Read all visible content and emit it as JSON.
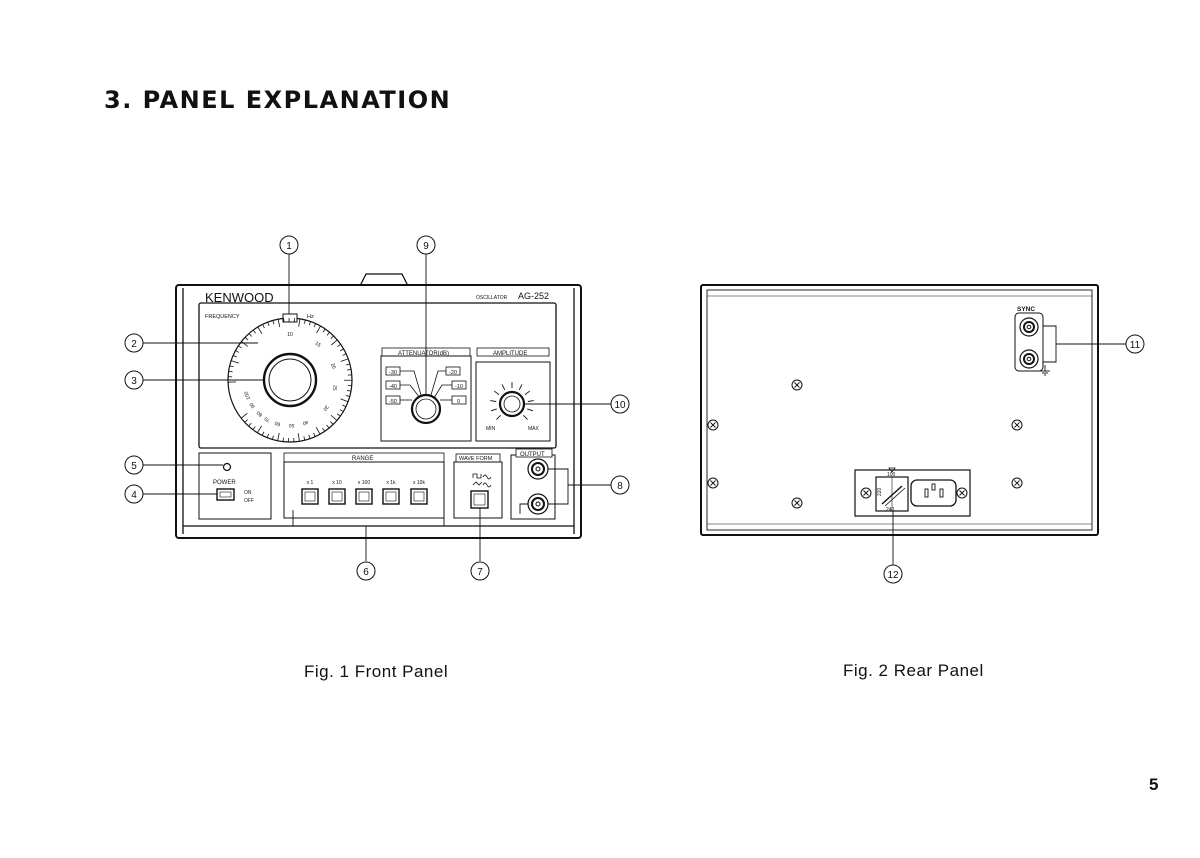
{
  "page": {
    "heading": "3. PANEL EXPLANATION",
    "page_number": "5"
  },
  "front_panel": {
    "caption": "Fig. 1 Front Panel",
    "brand": "KENWOOD",
    "model_prefix": "OSCILLATOR",
    "model": "AG-252",
    "frequency_label": "FREQUENCY",
    "hz_label": "Hz",
    "dial_ticks": [
      "10",
      "15",
      "20",
      "25",
      "30",
      "40",
      "50",
      "60",
      "70",
      "80",
      "90",
      "100"
    ],
    "attenuator_label": "ATTENUATOR(dB)",
    "attenuator_steps": [
      "-30",
      "-20",
      "-40",
      "-10",
      "-50",
      "0"
    ],
    "amplitude_label": "AMPLITUDE",
    "amplitude_min": "MIN",
    "amplitude_max": "MAX",
    "power_label": "POWER",
    "power_on": "ON",
    "power_off": "OFF",
    "range_label": "RANGE",
    "range_buttons": [
      "x 1",
      "x 10",
      "x 100",
      "x 1k",
      "x 10k"
    ],
    "waveform_label": "WAVE FORM",
    "output_label": "OUTPUT",
    "callouts": {
      "c1": "1",
      "c2": "2",
      "c3": "3",
      "c4": "4",
      "c5": "5",
      "c6": "6",
      "c7": "7",
      "c8": "8",
      "c9": "9",
      "c10": "10"
    }
  },
  "rear_panel": {
    "caption": "Fig. 2 Rear Panel",
    "sync_label": "SYNC",
    "voltage_labels": [
      "100",
      "220",
      "240"
    ],
    "callouts": {
      "c11": "11",
      "c12": "12"
    }
  }
}
